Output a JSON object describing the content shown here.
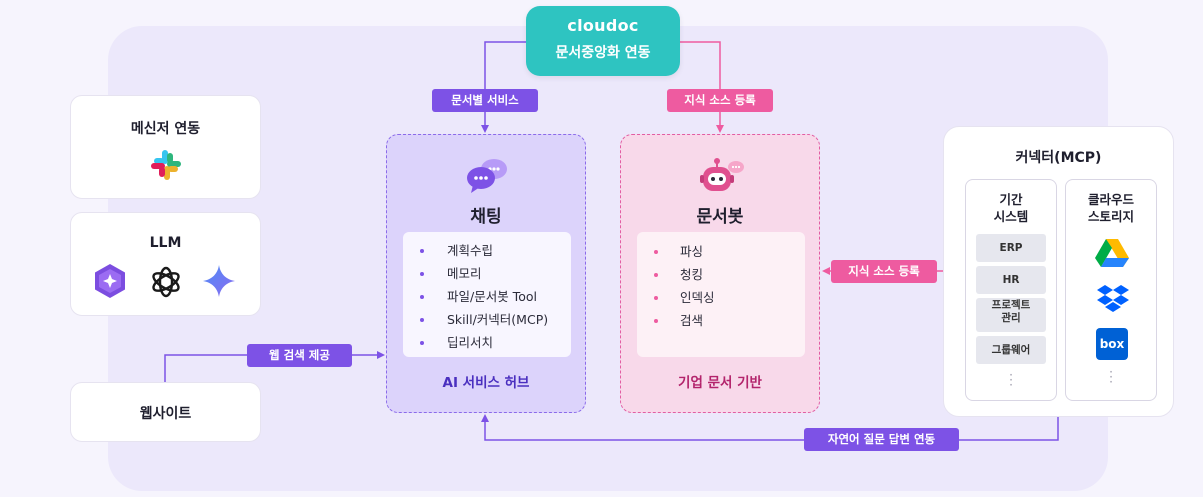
{
  "cloudoc": {
    "logo": "cloudoc",
    "subtitle": "문서중앙화 연동"
  },
  "left_panel": {
    "messenger": {
      "title": "메신저 연동",
      "icons": [
        "slack-icon"
      ]
    },
    "llm": {
      "title": "LLM",
      "icons": [
        "hexagon-ai-icon",
        "openai-icon",
        "gemini-sparkle-icon"
      ]
    },
    "website": {
      "title": "웹사이트"
    }
  },
  "tags": {
    "doc_service": "문서별 서비스",
    "knowledge_top": "지식 소스 등록",
    "knowledge_right": "지식 소스 등록",
    "web_search": "웹 검색 제공",
    "nl_qa": "자연어 질문 답변 연동"
  },
  "chat_hub": {
    "title": "채팅",
    "items": [
      "계획수립",
      "메모리",
      "파일/문서봇 Tool",
      "Skill/커넥터(MCP)",
      "딥리서치"
    ],
    "footer": "AI 서비스 허브",
    "icon": "chat-bubbles-icon"
  },
  "doc_hub": {
    "title": "문서봇",
    "items": [
      "파싱",
      "청킹",
      "인덱싱",
      "검색"
    ],
    "footer": "기업 문서 기반",
    "icon": "robot-icon"
  },
  "connector": {
    "title": "커넥터(MCP)",
    "legacy": {
      "title": "기간\n시스템",
      "title_lines": [
        "기간",
        "시스템"
      ],
      "items": [
        "ERP",
        "HR",
        "프로젝트\n관리",
        "그룹웨어"
      ],
      "project_lines": [
        "프로젝트",
        "관리"
      ]
    },
    "cloud": {
      "title_lines": [
        "클라우드",
        "스토리지"
      ],
      "icons": [
        "google-drive-icon",
        "dropbox-icon",
        "box-icon"
      ],
      "box_label": "box"
    }
  },
  "colors": {
    "purple": "#7d52e6",
    "pink": "#ee5ba0",
    "teal": "#2ec4c1"
  }
}
